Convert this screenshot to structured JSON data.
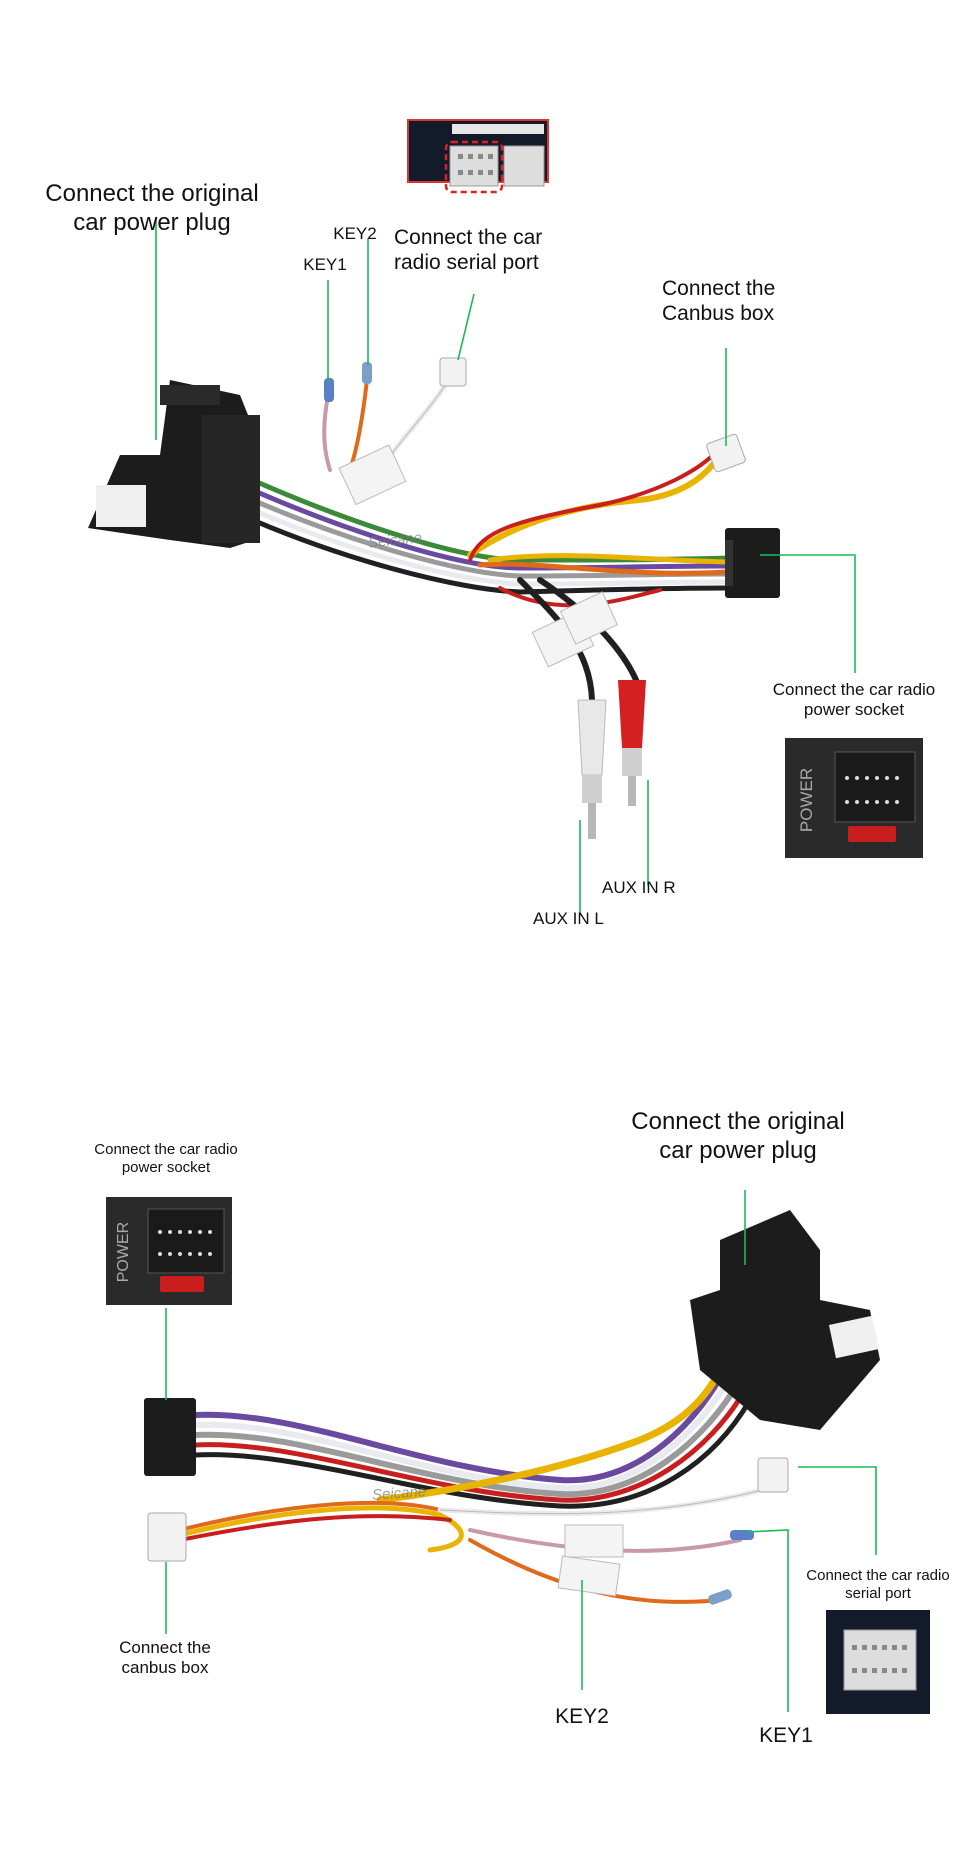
{
  "top": {
    "original_plug": [
      "Connect the original",
      "car power plug"
    ],
    "key2": "KEY2",
    "key1": "KEY1",
    "serial_port": [
      "Connect the car",
      "radio  serial port"
    ],
    "canbus": [
      "Connect the",
      "Canbus box"
    ],
    "power_socket": [
      "Connect the car radio",
      "power socket"
    ],
    "aux_r": "AUX IN R",
    "aux_l": "AUX IN L"
  },
  "bottom": {
    "power_socket": [
      "Connect the car radio",
      "power socket"
    ],
    "original_plug": [
      "Connect the original",
      "car power plug"
    ],
    "serial_port": [
      "Connect the car radio",
      "serial port"
    ],
    "canbus": [
      "Connect the",
      "canbus box"
    ],
    "key2": "KEY2",
    "key1": "KEY1"
  },
  "photo_text": {
    "power": "POWER",
    "watermark": "Seicane"
  },
  "colors": {
    "leader": "#1fb85a",
    "connector": "#1c1c1c",
    "rca_red": "#d42020",
    "rca_white": "#e8e8e8",
    "wire_yellow": "#e8b400",
    "wire_orange": "#e06a1a",
    "wire_red": "#c81e1e",
    "wire_purple": "#6a4aa0",
    "wire_green": "#3a8a3a",
    "wire_gray": "#9a9a9a",
    "wire_white": "#e9e9f0",
    "wire_black": "#202020"
  }
}
